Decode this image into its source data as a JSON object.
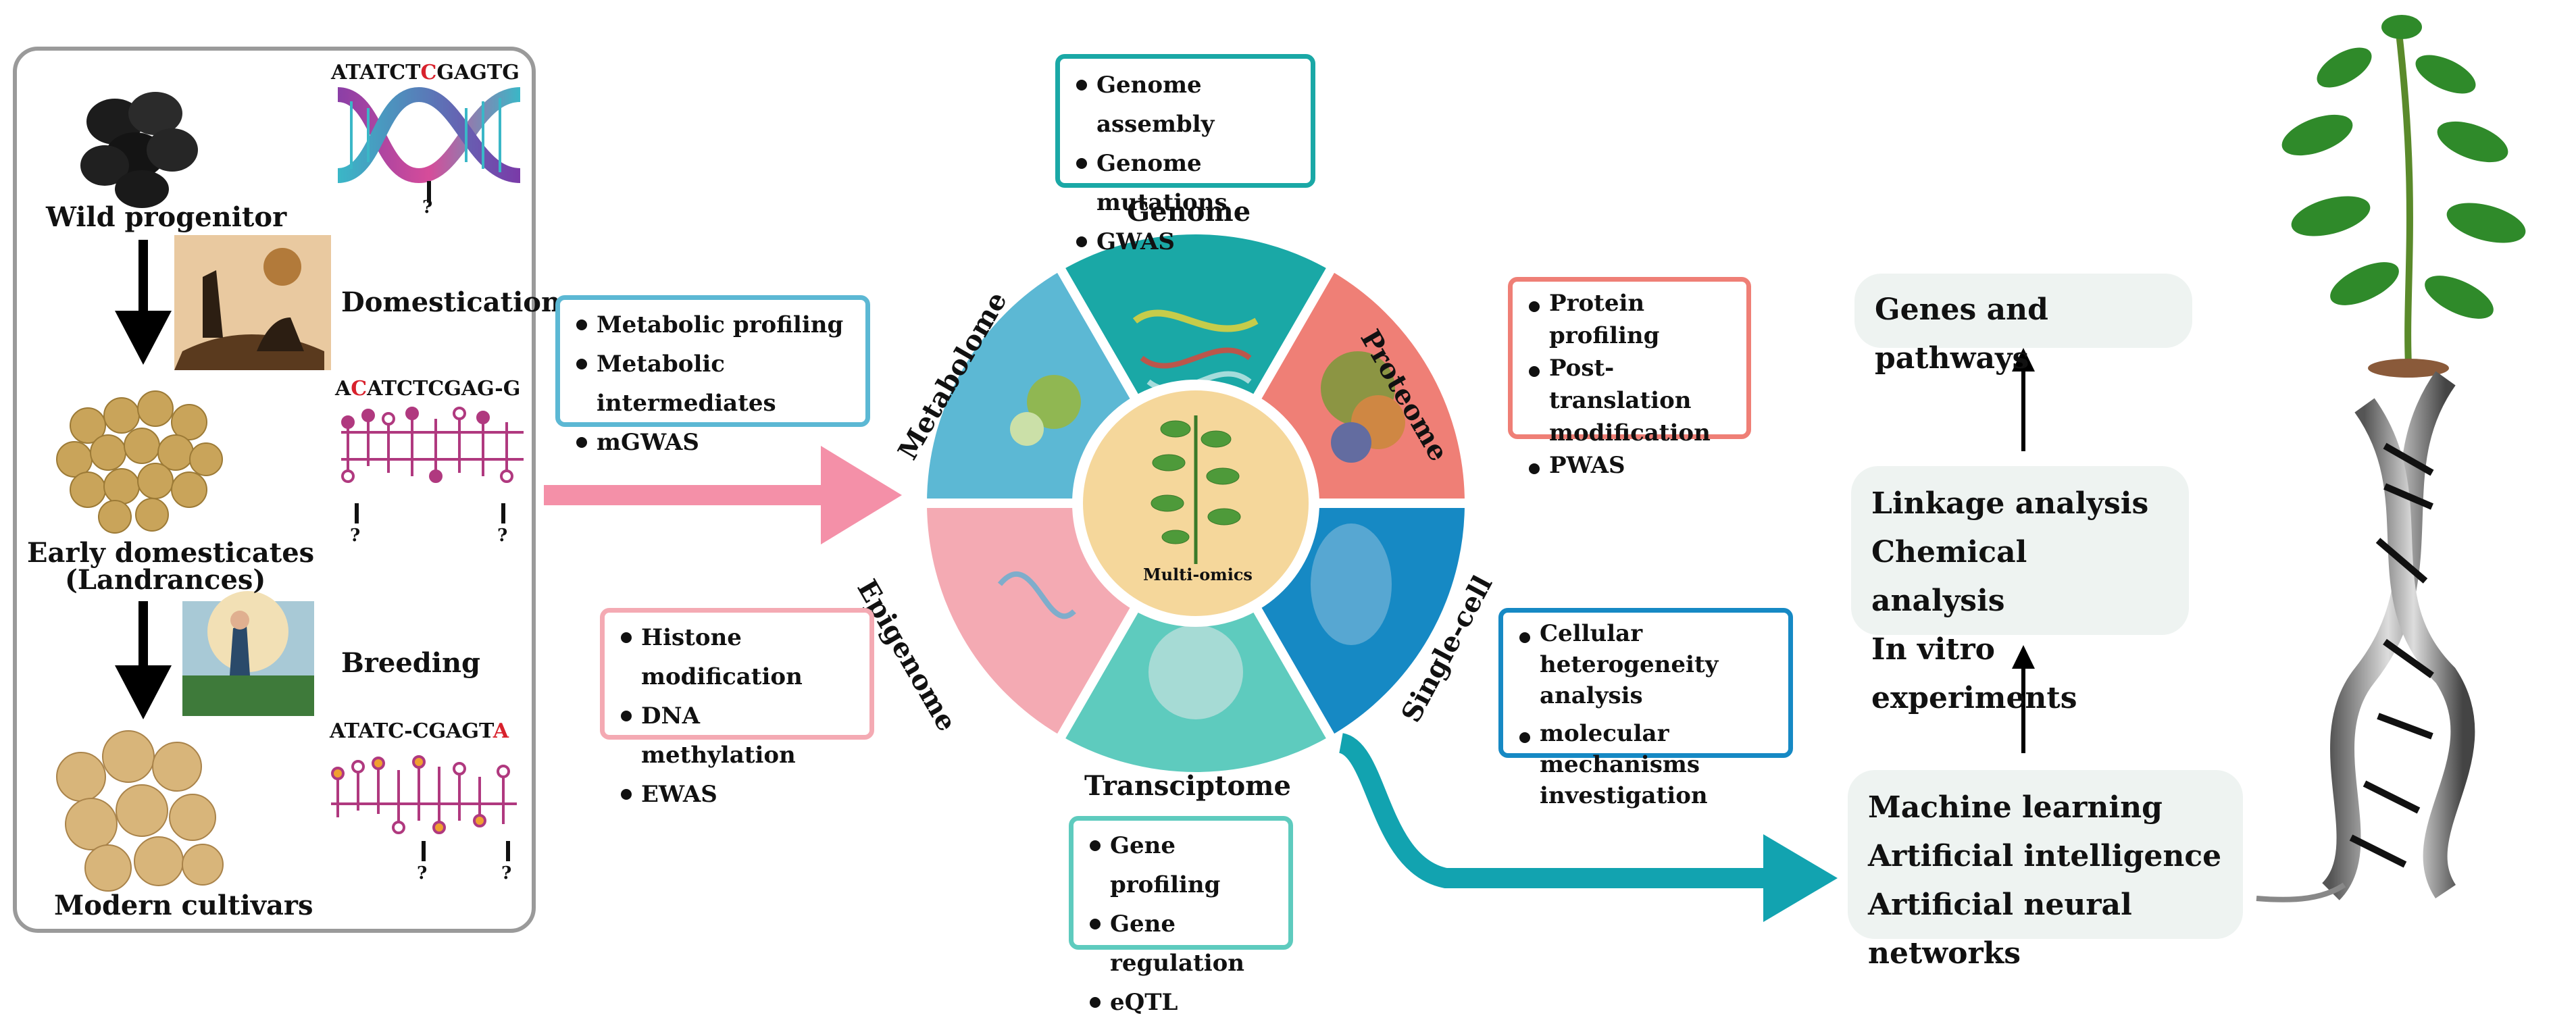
{
  "left_panel": {
    "wild_progenitor": "Wild progenitor",
    "domestication": "Domestication",
    "early_domesticates": "Early domesticates",
    "landrances": "(Landrances)",
    "breeding": "Breeding",
    "modern_cultivars": "Modern cultivars",
    "seq1_a": "ATATCT",
    "seq1_b": "C",
    "seq1_c": "GAGTG",
    "seq2_a": "A",
    "seq2_b": "C",
    "seq2_c": "ATCTCGAG-G",
    "seq3_a": "ATATC-CGAGT",
    "seq3_b": "A",
    "q": "?"
  },
  "wheel": {
    "center": "Multi-omics",
    "genome": "Genome",
    "proteome": "Proteome",
    "singlecell": "Single-cell",
    "transcriptome": "Transciptome",
    "epigenome": "Epigenome",
    "metabolome": "Metabolome"
  },
  "boxes": {
    "genome": [
      "Genome assembly",
      "Genome mutations",
      "GWAS"
    ],
    "metabolome": [
      "Metabolic profiling",
      "Metabolic intermediates",
      "mGWAS"
    ],
    "proteome": [
      "Protein profiling",
      "Post-translation modification",
      "PWAS"
    ],
    "singlecell": [
      "Cellular heterogeneity analysis",
      "molecular mechanisms investigation"
    ],
    "epigenome": [
      "Histone modification",
      "DNA methylation",
      "EWAS"
    ],
    "transcriptome": [
      "Gene profiling",
      "Gene regulation",
      "eQTL"
    ]
  },
  "flow": {
    "top": "Genes and pathways",
    "middle": [
      "Linkage analysis",
      "Chemical analysis",
      "In vitro experiments"
    ],
    "bottom": [
      "Machine learning",
      "Artificial intelligence",
      "Artificial neural networks"
    ]
  },
  "colors": {
    "genome": "#1aa8a6",
    "proteome": "#ef7f76",
    "singlecell": "#1689c4",
    "transcriptome": "#5ecbbe",
    "epigenome": "#f4aab3",
    "metabolome": "#5cb8d4",
    "center": "#f5d79b",
    "arrow_pink": "#f490a8",
    "arrow_teal": "#12a3b0"
  }
}
